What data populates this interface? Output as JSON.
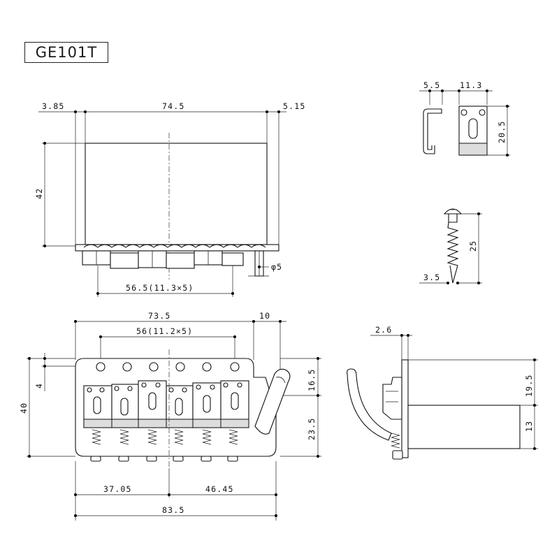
{
  "model": "GE101T",
  "top_view": {
    "left_offset": "3.85",
    "width": "74.5",
    "right_offset": "5.15",
    "height": "42",
    "saddle_span": "56.5(11.3×5)",
    "hole_dia": "φ5"
  },
  "claw_view": {
    "depth": "5.5",
    "width": "11.3",
    "height": "20.5"
  },
  "screw_view": {
    "length": "25",
    "dia": "3.5"
  },
  "front_view": {
    "total_width_inner": "73.5",
    "arm_offset": "10",
    "string_span": "56(11.2×5)",
    "height": "40",
    "hole_offset": "4",
    "upper_height": "16.5",
    "lower_height": "23.5",
    "left_to_center": "37.05",
    "center_to_right": "46.45",
    "total_width": "83.5"
  },
  "side_view": {
    "plate": "2.6",
    "height_total": "19.5",
    "block_height": "13"
  }
}
